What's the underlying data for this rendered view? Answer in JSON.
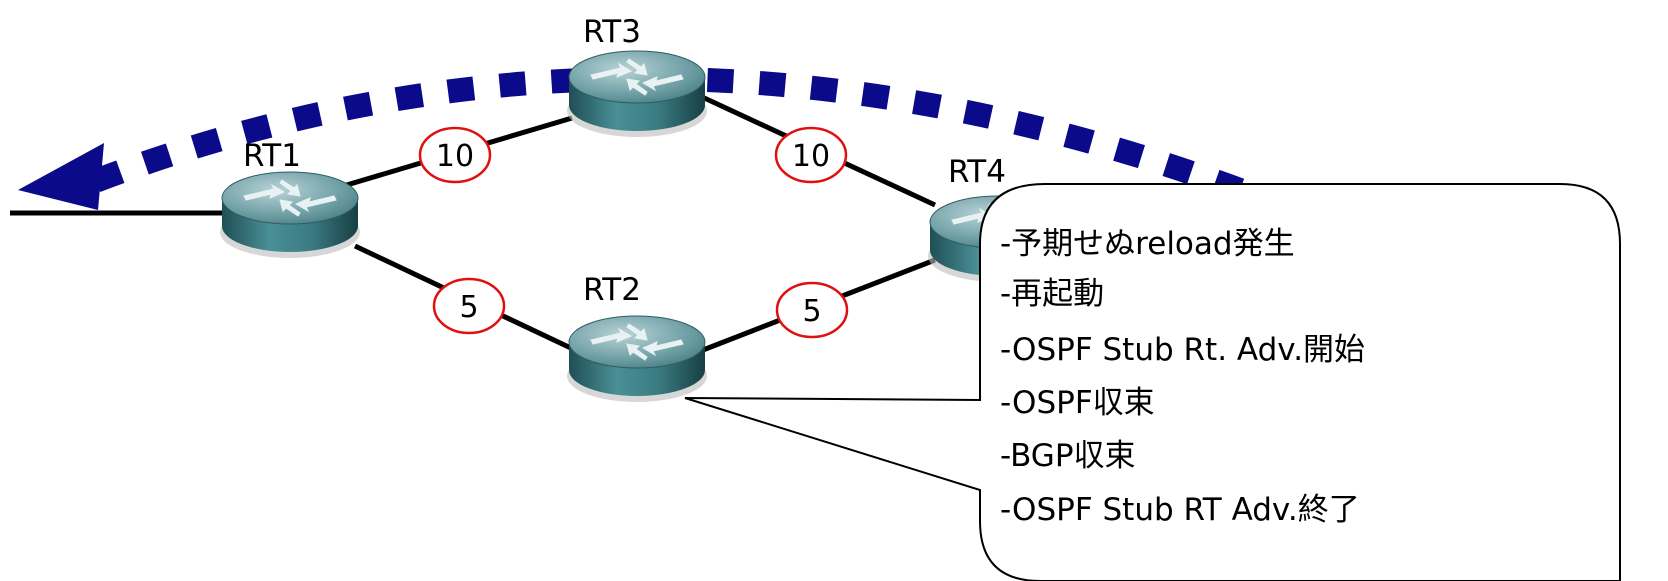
{
  "routers": {
    "rt1": "RT1",
    "rt2": "RT2",
    "rt3": "RT3",
    "rt4": "RT4"
  },
  "link_costs": {
    "rt1_rt3": "10",
    "rt3_rt4": "10",
    "rt1_rt2": "5",
    "rt2_rt4": "5"
  },
  "callout": {
    "lines": [
      "-予期せぬreload発生",
      "-再起動",
      "-OSPF Stub Rt. Adv.開始",
      "-OSPF収束",
      "-BGP収束",
      "-OSPF Stub RT Adv.終了"
    ]
  },
  "colors": {
    "traffic_arrow": "#0a0a8a",
    "cost_circle": "#e01010",
    "router_body": "#3f7f86"
  }
}
